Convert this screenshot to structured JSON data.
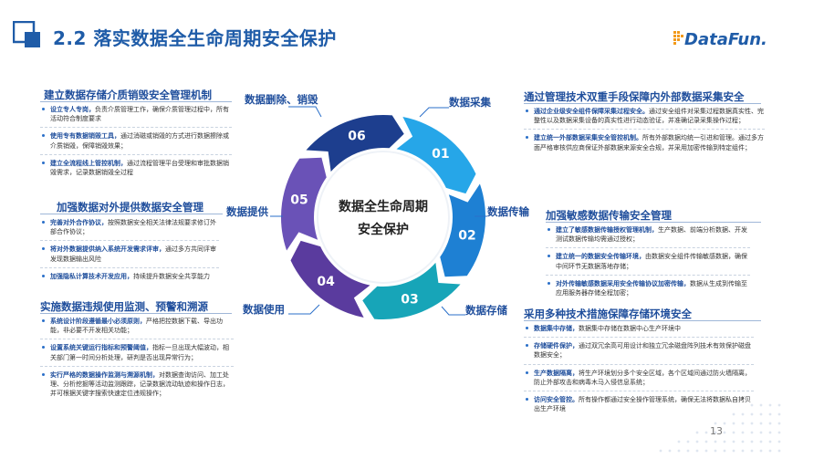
{
  "header": {
    "title": "2.2 落实数据全生命周期安全保护",
    "logo_text": "DataFun."
  },
  "center": {
    "line1": "数据全生命周期",
    "line2": "安全保护"
  },
  "stages": [
    {
      "num": "01",
      "label": "数据采集",
      "color": "#26a6e8"
    },
    {
      "num": "02",
      "label": "数据传输",
      "color": "#1e80d3"
    },
    {
      "num": "03",
      "label": "数据存储",
      "color": "#17a5b8"
    },
    {
      "num": "04",
      "label": "数据使用",
      "color": "#5a3b9e"
    },
    {
      "num": "05",
      "label": "数据提供",
      "color": "#6a52b7"
    },
    {
      "num": "06",
      "label": "数据删除、销毁",
      "color": "#1d3e8e"
    }
  ],
  "sections": {
    "collect": {
      "title": "通过管理技术双重手段保障内外部数据采集安全",
      "items": [
        {
          "key": "通过企业级安全组件保障采集过程安全。",
          "text": "通过安全组件对采集过程数据真实性、完整性以及数据采集设备的真实性进行动态验证，并准确记录采集操作过程；"
        },
        {
          "key": "建立统一外部数据采集安全管控机制。",
          "text": "所有外部数据均统一引进和管理。通过多方面严格审核供应商保证外部数据来源安全合规，并采用加密传输到特定组件；"
        }
      ]
    },
    "transfer": {
      "title": "加强敏感数据传输安全管理",
      "items": [
        {
          "key": "建立了敏感数据传输授权管理机制，",
          "text": "生产数据、前端分析数据、开发测试数据传输均需通过授权；"
        },
        {
          "key": "建立统一的数据安全传输环境，",
          "text": "由数据安全组件传输敏感数据，确保中间环节无数据落地存储；"
        },
        {
          "key": "对外传输敏感数据采用安全传输协议加密传输，",
          "text": "数据从生成到传输至应用服务器存储全程加密；"
        }
      ]
    },
    "storage": {
      "title": "采用多种技术措施保障存储环境安全",
      "items": [
        {
          "key": "数据集中存储，",
          "text": "数据集中存储在数据中心生产环境中"
        },
        {
          "key": "存储硬件保护，",
          "text": "通过双冗余高可用设计和独立冗余磁盘阵列技术有效保护磁盘数据安全；"
        },
        {
          "key": "生产数据隔离，",
          "text": "将生产环境划分多个安全区域，各个区域间通过防火墙隔离，防止外部攻击和病毒木马入侵信息系统；"
        },
        {
          "key": "访问安全管控。",
          "text": "所有操作都通过安全操作管理系统，确保无法将数据私自拷贝出生产环境"
        }
      ]
    },
    "destroy": {
      "title": "建立数据存储介质销毁安全管理机制",
      "items": [
        {
          "key": "设立专人专岗，",
          "text": "负责介质管理工作，确保介质管理过程中，所有活动符合制度要求"
        },
        {
          "key": "使用专有数据销毁工具，",
          "text": "通过消磁或销毁的方式进行数据擦除或介质销毁，保障销毁效果；"
        },
        {
          "key": "建立全流程线上管控机制，",
          "text": "通过流程管理平台受理和审批数据销毁需求，记录数据销毁全过程"
        }
      ]
    },
    "provide": {
      "title": "加强数据对外提供数据安全管理",
      "items": [
        {
          "key": "完善对外合作协议，",
          "text": "按照数据安全相关法律法规要求修订外部合作协议；"
        },
        {
          "key": "将对外数据提供纳入系统开发需求评审，",
          "text": "通过多方共同评审发现数据输出风险"
        },
        {
          "key": "加强隐私计算技术开发应用，",
          "text": "持续提升数据安全共享能力"
        }
      ]
    },
    "usage": {
      "title": "实施数据违规使用监测、预警和溯源",
      "items": [
        {
          "key": "系统设计阶段遵循最小必须原则，",
          "text": "严格把控数据下载、导出功能，非必要不开发相关功能；"
        },
        {
          "key": "设置系统关键运行指标和预警阈值，",
          "text": "指标一旦出现大幅波动，相关部门第一时间分析处理，研判是否出现异常行为；"
        },
        {
          "key": "实行严格的数据操作监测与溯源机制，",
          "text": "对数据查询访问、加工处理、分析挖掘等活动监测跟踪，记录数据流动轨迹和操作日志，并可根据关键字搜索快速定位违规操作；"
        }
      ]
    }
  },
  "footer": {
    "page_number": "13"
  },
  "colors": {
    "title_blue": "#1f5ca8",
    "heading_blue": "#1f4e9c",
    "logo_orange": "#f29a1b",
    "logo_blue": "#1f5ca8"
  }
}
